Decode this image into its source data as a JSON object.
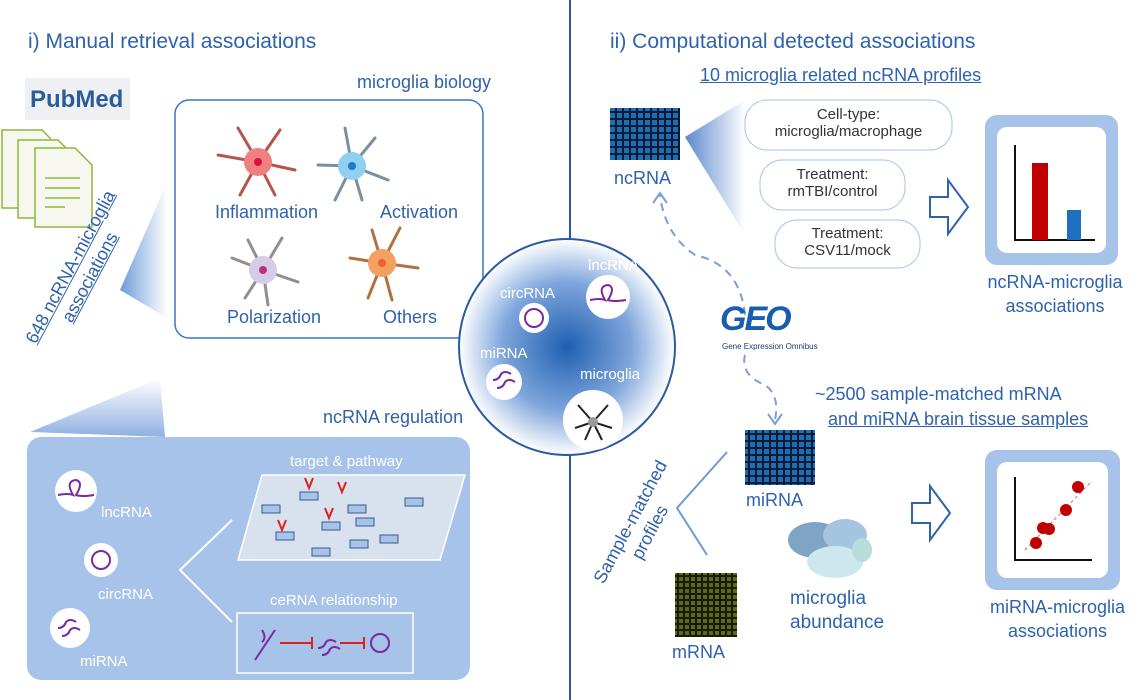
{
  "left": {
    "title": "i) Manual retrieval associations",
    "logo_text": "PubMed",
    "rotated_label": "648 ncRNA-microglia associations",
    "rotated_line1": "648 ncRNA-microglia",
    "rotated_line2": "associations",
    "biology": {
      "title": "microglia biology",
      "items": [
        "Inflammation",
        "Activation",
        "Polarization",
        "Others"
      ]
    },
    "regulation": {
      "title": "ncRNA regulation",
      "types": [
        "lncRNA",
        "circRNA",
        "miRNA"
      ],
      "target_label": "target & pathway",
      "cerna_label": "ceRNA relationship"
    }
  },
  "center": {
    "labels": [
      "lncRNA",
      "circRNA",
      "miRNA",
      "microglia"
    ]
  },
  "right": {
    "title": "ii) Computational detected associations",
    "profiles_label": "10 microglia related ncRNA profiles",
    "ncrna_label": "ncRNA",
    "conditions": [
      {
        "line1": "Cell-type:",
        "line2": "microglia/macrophage"
      },
      {
        "line1": "Treatment:",
        "line2": "rmTBI/control"
      },
      {
        "line1": "Treatment:",
        "line2": "CSV11/mock"
      }
    ],
    "ncrna_assoc": [
      "ncRNA-microglia",
      "associations"
    ],
    "geo_logo": "GEO",
    "geo_sub": "Gene Expression Omnibus",
    "samples_line1": "~2500 sample-matched mRNA",
    "samples_line2": "and miRNA brain tissue samples",
    "sample_matched": [
      "Sample-matched",
      "profiles"
    ],
    "mirna_label": "miRNA",
    "mrna_label": "mRNA",
    "abundance": [
      "microglia",
      "abundance"
    ],
    "mirna_assoc": [
      "miRNA-microglia",
      "associations"
    ]
  },
  "colors": {
    "text": "#2f62ad",
    "box_fill": "#a7c3ea",
    "bar_red": "#c00000",
    "bar_blue": "#1f6fc0"
  }
}
